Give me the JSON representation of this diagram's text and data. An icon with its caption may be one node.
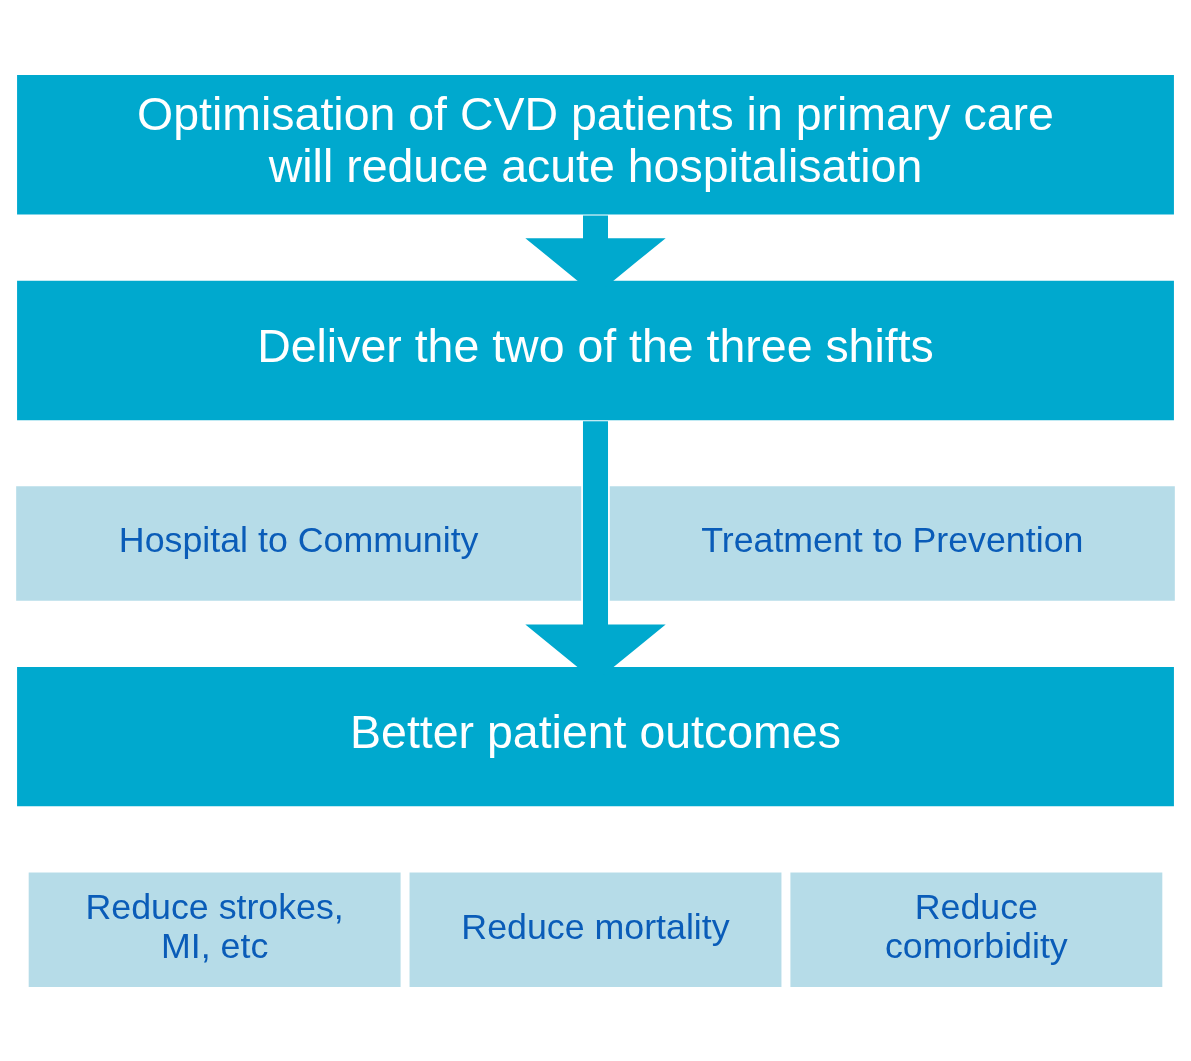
{
  "diagram": {
    "nodes": [
      {
        "text": [
          "Optimisation of CVD patients in primary care will reduce acute hospitalisation"
        ]
      },
      {
        "text": [
          "Deliver the two of the three shifts"
        ]
      },
      {
        "text": [
          "Hospital to Community"
        ]
      },
      {
        "text": [
          "Treatment to Prevention"
        ]
      },
      {
        "text": [
          "Better patient outcomes"
        ]
      },
      {
        "text": [
          "Reduce strokes, MI, etc"
        ]
      },
      {
        "text": [
          "Reduce mortality"
        ]
      },
      {
        "text": [
          "Reduce comorbidity"
        ]
      }
    ],
    "edges": [
      {
        "from": 0,
        "to": 1,
        "arrow": "to"
      },
      {
        "from": 1,
        "to": 4,
        "arrow": "to"
      }
    ]
  }
}
